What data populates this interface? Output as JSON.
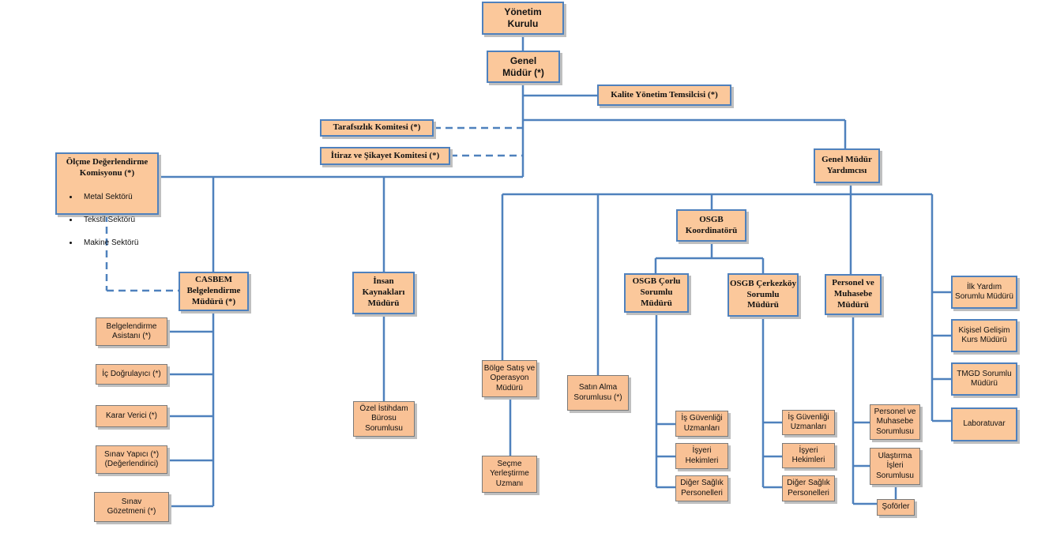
{
  "nodes": {
    "yonetim": "Yönetim\nKurulu",
    "genel_mudur": "Genel\nMüdür (*)",
    "kalite": "Kalite Yönetim Temsilcisi (*)",
    "tarafsizlik": "Tarafsızlık Komitesi (*)",
    "itiraz": "İtiraz ve Şikayet Komitesi (*)",
    "olcme_title": "Ölçme Değerlendirme\nKomisyonu (*)",
    "olcme_items": [
      "Metal Sektörü",
      "Tekstil Sektörü",
      "Makine Sektörü"
    ],
    "gmy": "Genel Müdür\nYardımcısı",
    "casbem": "CASBEM\nBelgelendirme\nMüdürü (*)",
    "insan": "İnsan\nKaynakları\nMüdürü",
    "osgb": "OSGB\nKoordinatörü",
    "corlu": "OSGB Çorlu\nSorumlu\nMüdürü",
    "cerkezkoy": "OSGB Çerkezköy\nSorumlu\nMüdürü",
    "personel_mudur": "Personel ve\nMuhasebe\nMüdürü",
    "ilk_yardim": "İlk Yardım\nSorumlu Müdürü",
    "kisisel": "Kişisel Gelişim\nKurs Müdürü",
    "tmgd": "TMGD Sorumlu\nMüdürü",
    "laboratuvar": "Laboratuvar",
    "belge_asistan": "Belgelendirme\nAsistanı (*)",
    "ic_dogrulayici": "İç Doğrulayıcı (*)",
    "karar": "Karar Verici (*)",
    "sinav_yapici": "Sınav Yapıcı (*)\n(Değerlendirici)",
    "sinav_gozetmeni": "Sınav\nGözetmeni (*)",
    "ozel": "Özel İstihdam\nBürosu\nSorumlusu",
    "bolge": "Bölge Satış ve\nOperasyon\nMüdürü",
    "secme": "Seçme\nYerleştirme\nUzmanı",
    "satin": "Satın Alma\nSorumlusu (*)",
    "corlu_is": "İş Güvenliği\nUzmanları",
    "corlu_isyeri": "İşyeri\nHekimleri",
    "corlu_diger": "Diğer Sağlık\nPersonelleri",
    "cer_is": "İş Güvenliği\nUzmanları",
    "cer_isyeri": "İşyeri\nHekimleri",
    "cer_diger": "Diğer Sağlık\nPersonelleri",
    "pm_sorumlu": "Personel ve\nMuhasebe\nSorumlusu",
    "ulastirma": "Ulaştırma\nİşleri\nSorumlusu",
    "soforler": "Şoförler"
  },
  "colors": {
    "box_fill": "#f9c195",
    "connector": "#4f81bd"
  }
}
